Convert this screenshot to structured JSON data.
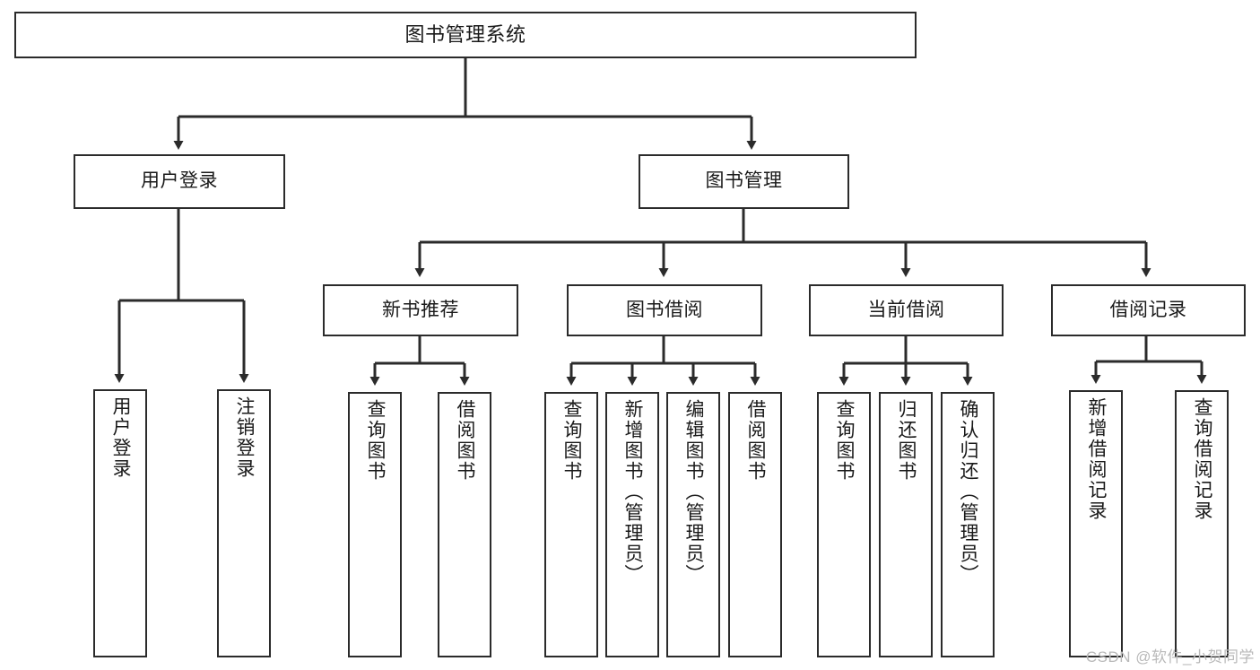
{
  "diagram": {
    "title": "图书管理系统",
    "type": "tree-hierarchy-flowchart",
    "colors": {
      "box_border": "#2b2b2b",
      "box_fill": "#ffffff",
      "connector": "#2b2b2b",
      "background": "#ffffff",
      "watermark": "#b9b9b9"
    },
    "root": {
      "label": "图书管理系统"
    },
    "level2": [
      {
        "label": "用户登录"
      },
      {
        "label": "图书管理"
      }
    ],
    "level3": [
      {
        "label": "新书推荐"
      },
      {
        "label": "图书借阅"
      },
      {
        "label": "当前借阅"
      },
      {
        "label": "借阅记录"
      }
    ],
    "leaves": {
      "user_login": [
        {
          "label": "用户登录"
        },
        {
          "label": "注销登录"
        }
      ],
      "new_book_recommend": [
        {
          "label": "查询图书"
        },
        {
          "label": "借阅图书"
        }
      ],
      "book_borrow": [
        {
          "label": "查询图书"
        },
        {
          "label": "新增图书（管理员）"
        },
        {
          "label": "编辑图书（管理员）"
        },
        {
          "label": "借阅图书"
        }
      ],
      "current_borrow": [
        {
          "label": "查询图书"
        },
        {
          "label": "归还图书"
        },
        {
          "label": "确认归还（管理员）"
        }
      ],
      "borrow_record": [
        {
          "label": "新增借阅记录"
        },
        {
          "label": "查询借阅记录"
        }
      ]
    }
  },
  "watermark": {
    "text": "CSDN @软件_小贺同学"
  }
}
